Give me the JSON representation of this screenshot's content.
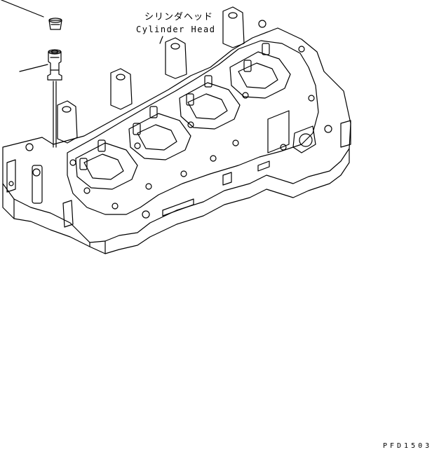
{
  "callout": {
    "label_jp": "シリンダヘッド",
    "label_en": "Cylinder Head"
  },
  "figure_code": "PFD1503",
  "colors": {
    "line": "#000000",
    "background": "#ffffff"
  }
}
